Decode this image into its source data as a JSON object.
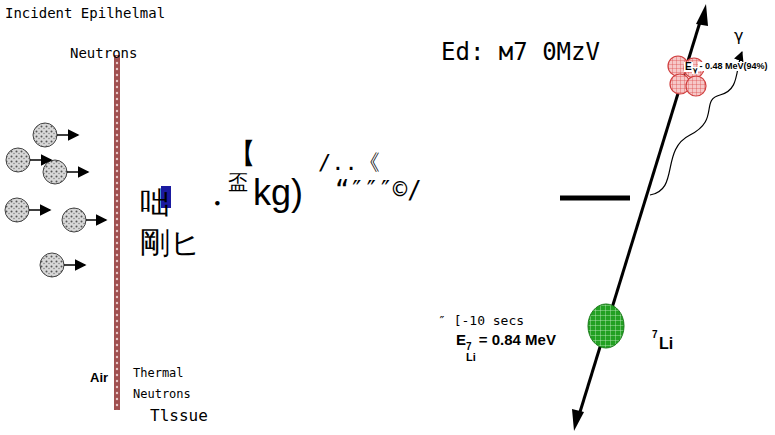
{
  "diagram": {
    "labels": [
      "Incident Epilhelmal",
      "Neutrons",
      "Ed: м7 0MzV",
      "【",
      "盃",
      "/..《",
      "咄",
      "・",
      "kg)",
      "“″″″©/",
      "剛ヒ",
      "Thermal",
      "Neutrons",
      "Air",
      "Tlssue",
      "″ [-10 secs",
      "E",
      "7",
      "= 0.84 MeV",
      "Li",
      "7",
      "Li",
      "γ",
      "E",
      "γ",
      "- 0.48 MeV(94%)"
    ]
  }
}
